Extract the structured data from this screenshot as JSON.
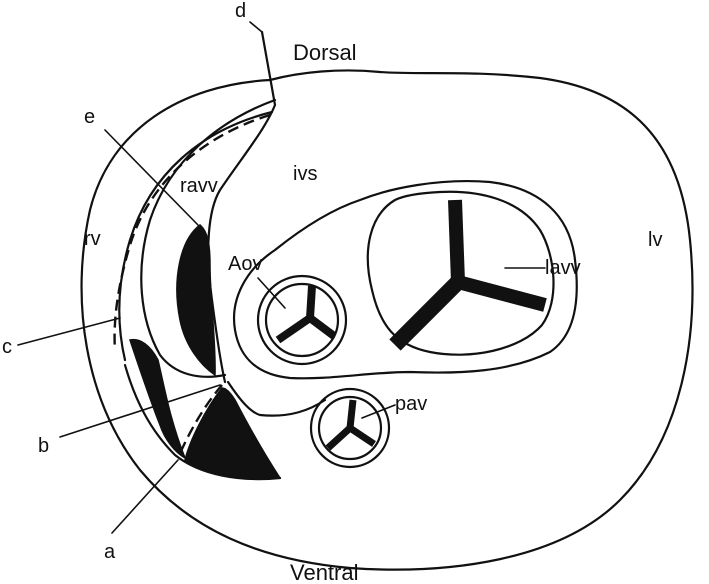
{
  "orientation": {
    "top": "Dorsal",
    "bottom": "Ventral"
  },
  "structures": {
    "ivs": "ivs",
    "ravv": "ravv",
    "rv": "rv",
    "lv": "lv",
    "aov": "Aov",
    "lavv": "lavv",
    "pav": "pav"
  },
  "markers": {
    "a": "a",
    "b": "b",
    "c": "c",
    "d": "d",
    "e": "e"
  }
}
